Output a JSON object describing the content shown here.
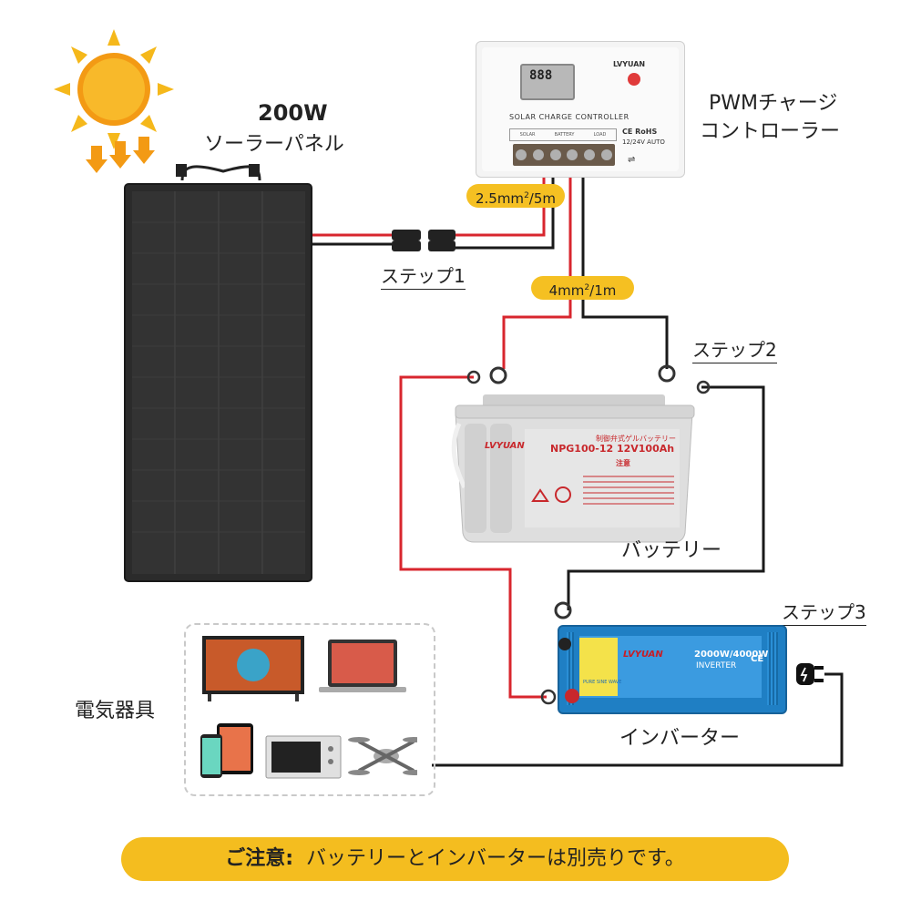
{
  "solar_panel": {
    "watt": "200W",
    "label": "ソーラーパネル"
  },
  "controller": {
    "label_line1": "PWMチャージ",
    "label_line2": "コントローラー",
    "brand": "LVYUAN",
    "lcd": "888",
    "device_title": "SOLAR CHARGE CONTROLLER",
    "cert": "CE RoHS",
    "voltage": "12/24V AUTO",
    "ports": [
      "SOLAR",
      "BATTERY",
      "LOAD"
    ]
  },
  "wire_solar": {
    "size": "2.5mm",
    "sup": "2",
    "length": "/5m"
  },
  "wire_battery": {
    "size": "4mm",
    "sup": "2",
    "length": "/1m"
  },
  "steps": [
    "ステップ1",
    "ステップ2",
    "ステップ3"
  ],
  "battery": {
    "label": "バッテリー",
    "brand": "LVYUAN",
    "type_jp": "制御弁式ゲルバッテリー",
    "model": "NPG100-12 12V100Ah",
    "caution": "注意"
  },
  "inverter": {
    "label": "インバーター",
    "brand": "LVYUAN",
    "power": "2000W/4000W",
    "kind": "INVERTER",
    "wave": "PURE SINE WAVE",
    "ce": "CE"
  },
  "appliances": {
    "label": "電気器具"
  },
  "notice": {
    "bold": "ご注意:",
    "text": "バッテリーとインバーターは別売りです。"
  },
  "colors": {
    "wire_red": "#d8262e",
    "wire_black": "#1a1a1a",
    "accent_yellow": "#f5c022"
  }
}
